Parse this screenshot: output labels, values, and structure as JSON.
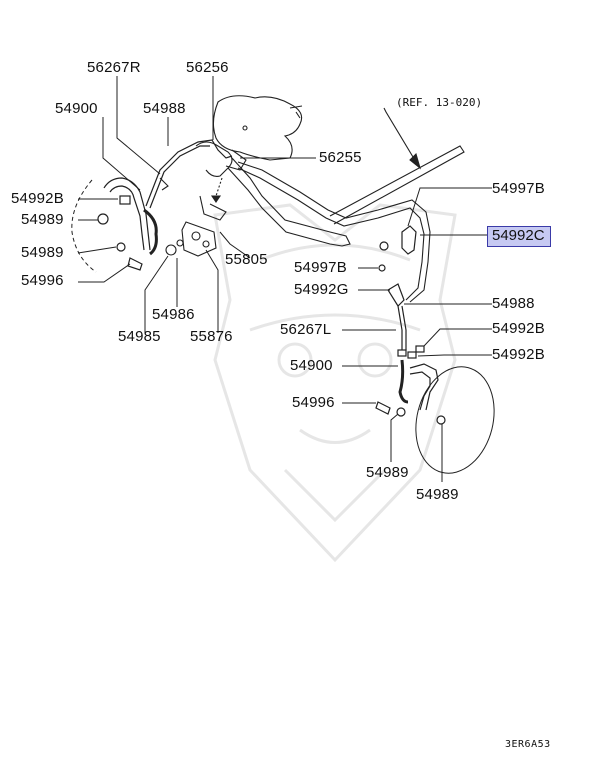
{
  "reference": "(REF. 13-020)",
  "diagram_code": "3ER6A53",
  "highlight_color": "#c6c9f2",
  "labels": {
    "p56267R": "56267R",
    "p56256": "56256",
    "p54900_top": "54900",
    "p54988_top": "54988",
    "p56255": "56255",
    "p54992B_left": "54992B",
    "p54989_left1": "54989",
    "p54989_left2": "54989",
    "p54996_left": "54996",
    "p55805": "55805",
    "p54986": "54986",
    "p54985": "54985",
    "p55876": "55876",
    "p54997B_right": "54997B",
    "p54992C": "54992C",
    "p54997B_mid": "54997B",
    "p54992G": "54992G",
    "p54988_right": "54988",
    "p56267L": "56267L",
    "p54992B_right1": "54992B",
    "p54900_right": "54900",
    "p54992B_right2": "54992B",
    "p54996_right": "54996",
    "p54989_right1": "54989",
    "p54989_right2": "54989"
  }
}
